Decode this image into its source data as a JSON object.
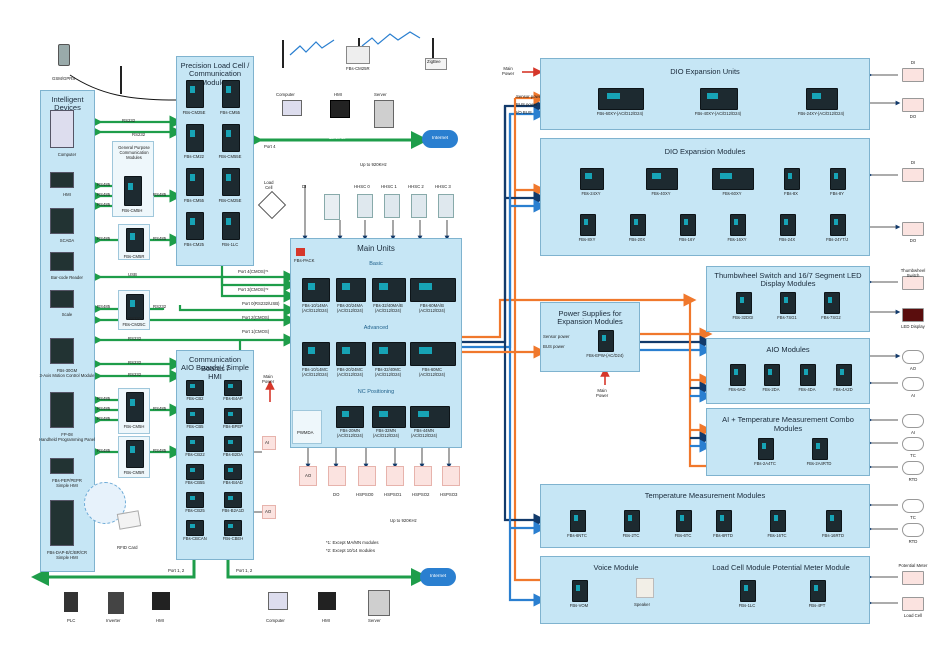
{
  "panels": {
    "intelligent": {
      "title_1": "Intelligent",
      "title_2": "Devices"
    },
    "precision": {
      "title_1": "Precision Load Cell /",
      "title_2": "Communication Modules"
    },
    "comm_boards": {
      "title_1": "Communication Boards /",
      "title_2": "AIO Boards / Simple HMI"
    },
    "main_units": {
      "title": "Main Units",
      "basic": "Basic",
      "advanced": "Advanced",
      "nc": "NC Positioning"
    },
    "dio_units": {
      "title": "DIO Expansion Units"
    },
    "dio_modules": {
      "title": "DIO Expansion Modules"
    },
    "power_supplies": {
      "title_1": "Power Supplies for",
      "title_2": "Expansion Modules"
    },
    "thumbwheel": {
      "title_1": "Thumbwheel Switch and 16/7 Segment LED",
      "title_2": "Display Modules"
    },
    "aio_modules": {
      "title": "AIO Modules"
    },
    "ai_temp_combo": {
      "title": "AI + Temperature Measurement Combo Modules"
    },
    "temp_modules": {
      "title": "Temperature Measurement Modules"
    },
    "voice": {
      "title": "Voice Module"
    },
    "loadcell_pot": {
      "title": "Load Cell Module  Potential Meter Module"
    }
  },
  "intelligent_devices": [
    "Computer",
    "HMI",
    "SCADA",
    "Bar-code Reader",
    "Scale",
    "FBs-30GM\n3-Axis Motion Control Module",
    "FP-08\nHandheld Programming Panel",
    "FBs-PEP/PEPR\nSimple HMI",
    "FBs-DAP-B/C/BR/CR\nSimple HMI"
  ],
  "gsm": "GSM/GPRS",
  "rfid": "RFID Card",
  "general_purpose": "General Purpose\nCommunication\nModules",
  "cm_modules": {
    "cm5h_top": "FBs-CM5H",
    "cm5r_top": "FBs-CM5R",
    "cm25c": "FBs-CM25C",
    "cm5h_bot": "FBs-CM5H",
    "cm5r_bot": "FBs-CM5R"
  },
  "precision_modules": [
    "FBs-CM25E",
    "FBs-CM55",
    "FBs-CM22",
    "FBs-CM55E",
    "FBs-CM55",
    "FBs-CM25E",
    "FBs-CM25",
    "FBs-1LC"
  ],
  "comm_board_items": [
    "FBs-CB2",
    "FBs-CB5",
    "FBs-CB22",
    "FBs-CB55",
    "FBs-CB25",
    "FBs-CBCAN",
    "FBs-B4AP",
    "FBs-BPEP",
    "FBs-B2DA",
    "FBs-B4AD",
    "FBs-B2A1D",
    "FBs-CBEH"
  ],
  "top_devices": {
    "cm25r": "FBs-CM25R",
    "zigbee": "ZigBee",
    "computer": "Computer",
    "hmi": "HMI",
    "server": "Server",
    "internet": "Internet",
    "ethernet": "Ethernet"
  },
  "load_cell": "Load\nCell",
  "ports": {
    "port4": "Port 4",
    "port4cmos": "Port 4(CMOS)*¹",
    "port3cmos": "Port 3(CMOS)*²",
    "port0": "Port 0(RS232/USB)",
    "port2cmos": "Port 2(CMOS)",
    "port1cmos": "Port 1(CMOS)",
    "port12_left": "Port 1, 2",
    "port12_right": "Port 1, 2"
  },
  "links": {
    "rs232": "RS232",
    "rs485": "RS485",
    "usb": "USB",
    "ethernet": "Ethernet"
  },
  "hhsc": {
    "di": "DI",
    "ch": [
      "HHSC 0",
      "HHSC 1",
      "HHSC 2",
      "HHSC 3"
    ],
    "up": "Up to 920KHz"
  },
  "main_units_basic": [
    "FBs-10/14MA\n(AC/D12/D24)",
    "FBs-20/24MA\n(AC/D12/D24)",
    "FBs-32/40MA/B\n(AC/D12/D24)",
    "FBs-60MA/B\n(AC/D12/D24)"
  ],
  "main_units_adv": [
    "FBs-10/14MC\n(AC/D12/D24)",
    "FBs-20/24MC\n(AC/D12/D24)",
    "FBs-32/40MC\n(AC/D12/D24)",
    "FBs-60MC\n(AC/D12/D24)"
  ],
  "main_units_nc": [
    "FBs-20MN\n(AC/D12/D24)",
    "FBs-32MN\n(AC/D12/D24)",
    "FBs-44MN\n(AC/D12/D24)"
  ],
  "pack": "FBs-PACK",
  "pwmda": "PWMDA",
  "outputs": {
    "ao": "AO",
    "do": "DO",
    "hspso": [
      "HSPSO0",
      "HSPSO1",
      "HSPSO2",
      "HSPSO3"
    ],
    "up": "Up to 920KHz"
  },
  "main_power": "Main\nPower",
  "footnotes": [
    "*1: Except MA/MN modules",
    "*2: Except 10/14 modules"
  ],
  "bottom_left": {
    "plc": "PLC",
    "inverter": "Inverter",
    "hmi": "HMI"
  },
  "bottom_right": {
    "computer": "Computer",
    "hmi": "HMI",
    "server": "Server",
    "internet": "Internet"
  },
  "power_labels": {
    "sensor": "Sensor power",
    "bus": "BUS power",
    "io": "I/O BUS"
  },
  "dio_units_items": [
    "FBs-60XY-(AC/D12/D24)",
    "FBs-40XY-(AC/D12/D24)",
    "FBs-24XY-(AC/D12/D24)"
  ],
  "dio_modules_items": [
    "FBs-24XY",
    "FBs-40XY",
    "FBs-60XY",
    "FBs-8X",
    "FBs-8Y",
    "FBs-8XY",
    "FBs-20X",
    "FBs-16Y",
    "FBs-16XY",
    "FBs-24X",
    "FBs-24YT/J"
  ],
  "right_io": {
    "di": "DI",
    "do": "DO"
  },
  "psu_item": "FBs-EPW-(AC/D24)",
  "thumb_items": [
    "FBs-32DGI",
    "FBs-7SG1",
    "FBs-7SG2"
  ],
  "thumb_side": {
    "switch": "Thumbwheel\nSwitch",
    "led": "LED Display"
  },
  "aio_items": [
    "FBs-6AD",
    "FBs-2DA",
    "FBs-4DA",
    "FBs-4A2D"
  ],
  "aio_side": {
    "ao": "AO",
    "ai": "AI"
  },
  "combo_items": [
    "FBs-2A4TC",
    "FBs-2A4RTD"
  ],
  "combo_side": {
    "ai": "AI",
    "tc": "TC",
    "rtd": "RTD"
  },
  "temp_items": [
    "FBs-6NTC",
    "FBs-2TC",
    "FBs-6TC",
    "FBs-6RTD",
    "FBs-16TC",
    "FBs-16RTD"
  ],
  "temp_side": {
    "tc": "TC",
    "rtd": "RTD"
  },
  "voice_items": {
    "vom": "FBs-VOM",
    "speaker": "Speaker"
  },
  "lc_items": [
    "FBs-1LC",
    "FBs-4PT"
  ],
  "lc_side": {
    "pot": "Potential Meter",
    "lc": "Load Cell"
  },
  "colors": {
    "panel": "#c6e6f5",
    "green": "#1e9d4a",
    "orange": "#f0782c",
    "blue": "#2a7fd0",
    "navy": "#123a6b",
    "red": "#d6372a"
  }
}
